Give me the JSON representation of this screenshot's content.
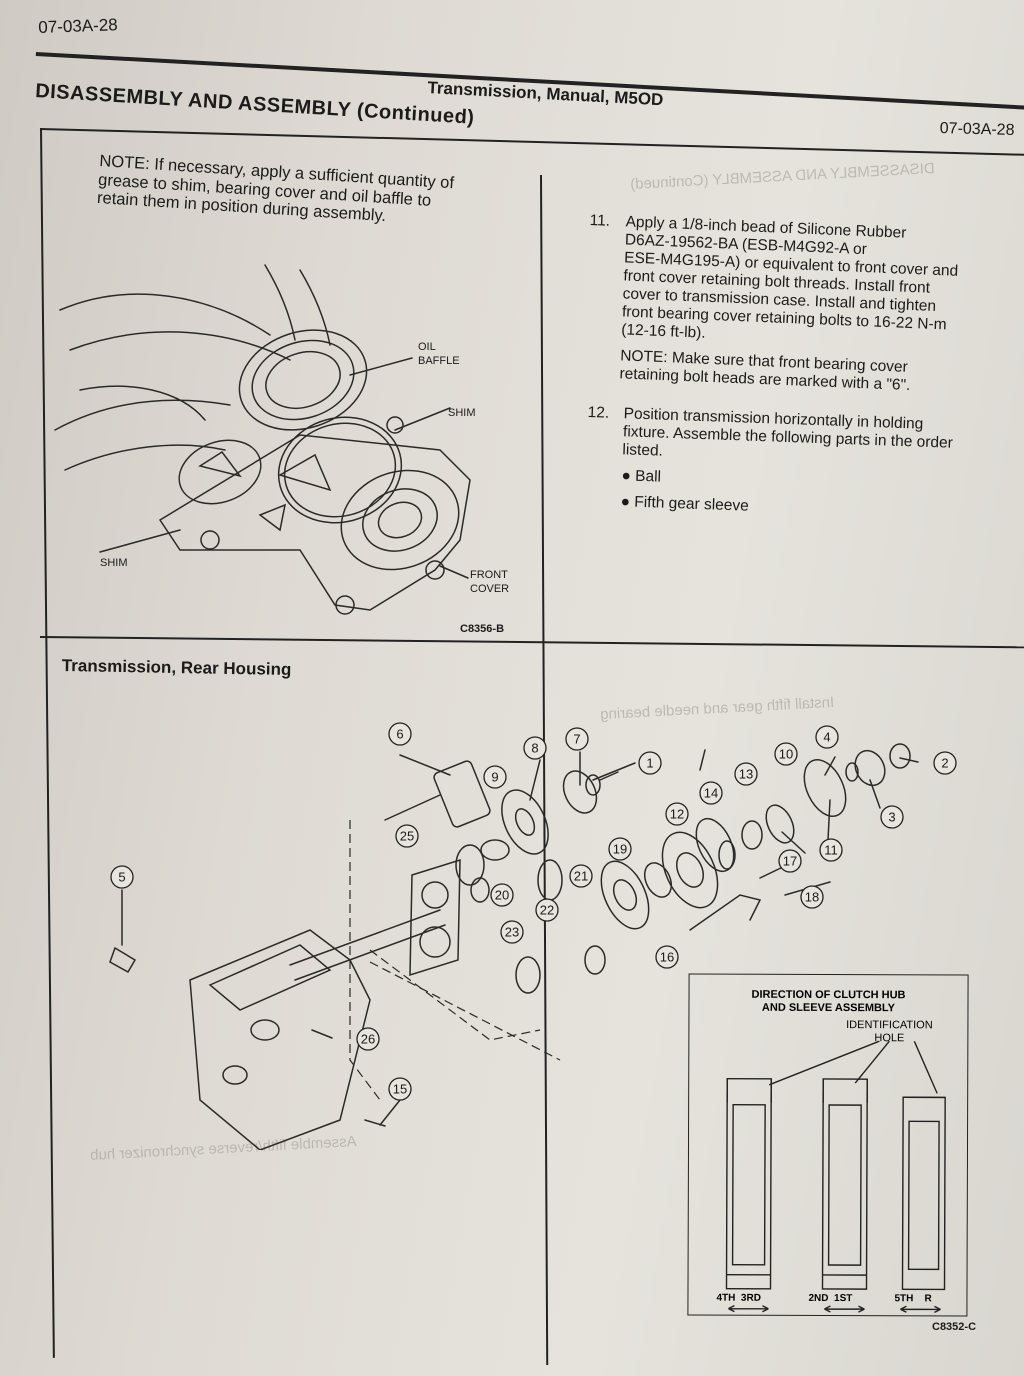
{
  "header": {
    "page_code_left": "07-03A-28",
    "manual_title": "Transmission, Manual, M5OD",
    "page_code_right": "07-03A-28",
    "section_title": "DISASSEMBLY AND ASSEMBLY (Continued)"
  },
  "note_block": {
    "line1": "NOTE: If necessary, apply a sufficient quantity of",
    "line2": "grease to shim, bearing cover and oil baffle to",
    "line3": "retain them in position during assembly."
  },
  "figure_front_cover": {
    "labels": {
      "oil": "OIL",
      "baffle": "BAFFLE",
      "shim_right": "SHIM",
      "shim_left": "SHIM",
      "front": "FRONT",
      "cover": "COVER"
    },
    "figure_code": "C8356-B"
  },
  "steps": [
    {
      "number": "11.",
      "lines": [
        "Apply a 1/8-inch bead of Silicone Rubber",
        "D6AZ-19562-BA (ESB-M4G92-A or",
        "ESE-M4G195-A) or equivalent to front cover and",
        "front cover retaining bolt threads. Install front",
        "cover to transmission case. Install and tighten",
        "front bearing cover retaining bolts to 16-22 N-m",
        "(12-16 ft-lb)."
      ],
      "note_lines": [
        "NOTE: Make sure that front bearing cover",
        "retaining bolt heads are marked with a \"6\"."
      ]
    },
    {
      "number": "12.",
      "lines": [
        "Position transmission horizontally in holding",
        "fixture. Assemble the following parts in the order",
        "listed."
      ],
      "bullets": [
        "Ball",
        "Fifth gear sleeve"
      ]
    }
  ],
  "rear_housing": {
    "title": "Transmission, Rear Housing",
    "callouts": [
      "1",
      "2",
      "3",
      "4",
      "5",
      "6",
      "7",
      "8",
      "9",
      "10",
      "11",
      "12",
      "13",
      "14",
      "15",
      "16",
      "17",
      "18",
      "19",
      "20",
      "21",
      "22",
      "23",
      "25",
      "26"
    ]
  },
  "inset": {
    "title_line1": "DIRECTION OF CLUTCH HUB",
    "title_line2": "AND SLEEVE ASSEMBLY",
    "id_line1": "IDENTIFICATION",
    "id_line2": "HOLE",
    "pairs": [
      {
        "left": "4TH",
        "right": "3RD"
      },
      {
        "left": "2ND",
        "right": "1ST"
      },
      {
        "left": "5TH",
        "right": "R"
      }
    ],
    "figure_code": "C8352-C"
  }
}
